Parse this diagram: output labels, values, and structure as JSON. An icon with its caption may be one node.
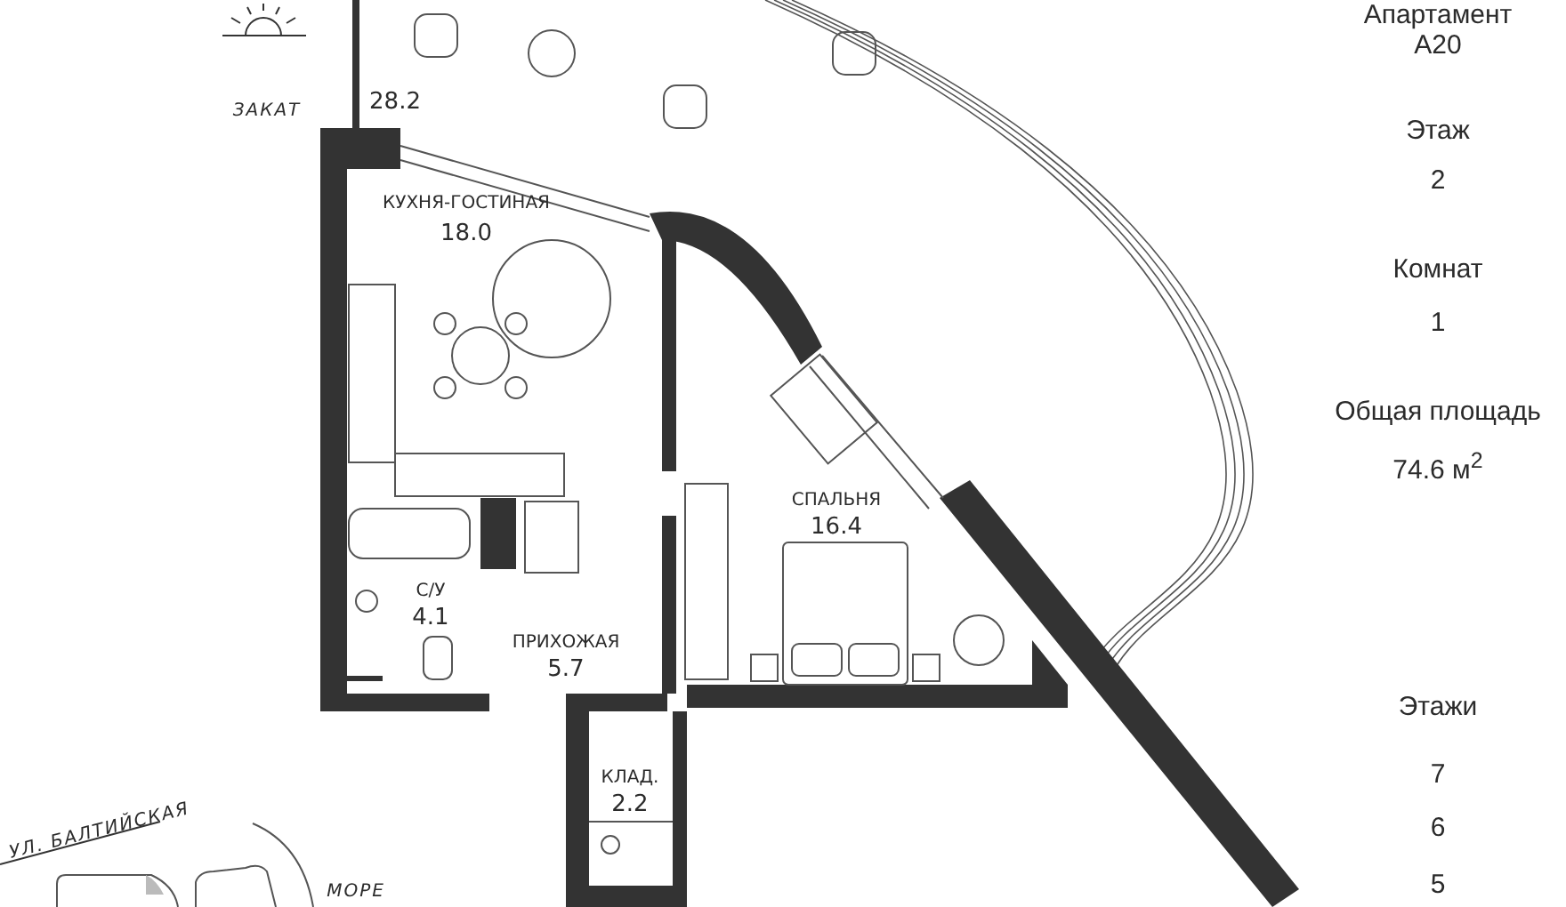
{
  "diagram": {
    "labels": [
      "ЗАКАТ",
      "28.2",
      "КУХНЯ-ГОСТИНАЯ",
      "18.0",
      "СПАЛЬНЯ",
      "16.4",
      "С/У",
      "4.1",
      "ПРИХОЖАЯ",
      "5.7",
      "КЛАД.",
      "2.2",
      "Апартамент",
      "A20",
      "Этаж",
      "2",
      "Комнат",
      "1",
      "Общая площадь",
      "74.6 м$^{2}$",
      "Этажи",
      "7",
      "6",
      "5",
      "УЛ. БАЛТИЙСКАЯ",
      "МОРЕ"
    ]
  }
}
